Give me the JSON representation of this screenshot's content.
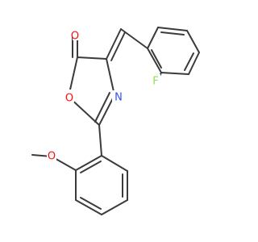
{
  "molecule": {
    "atoms": {
      "carbonyl_oxygen": "O",
      "ring_oxygen": "O",
      "ring_nitrogen": "N",
      "fluorine": "F",
      "methoxy_oxygen": "O"
    }
  },
  "colors": {
    "bond": "#3b3b3b",
    "oxygen": "#ff0d0d",
    "nitrogen": "#3050f8",
    "fluorine": "#90e050"
  }
}
